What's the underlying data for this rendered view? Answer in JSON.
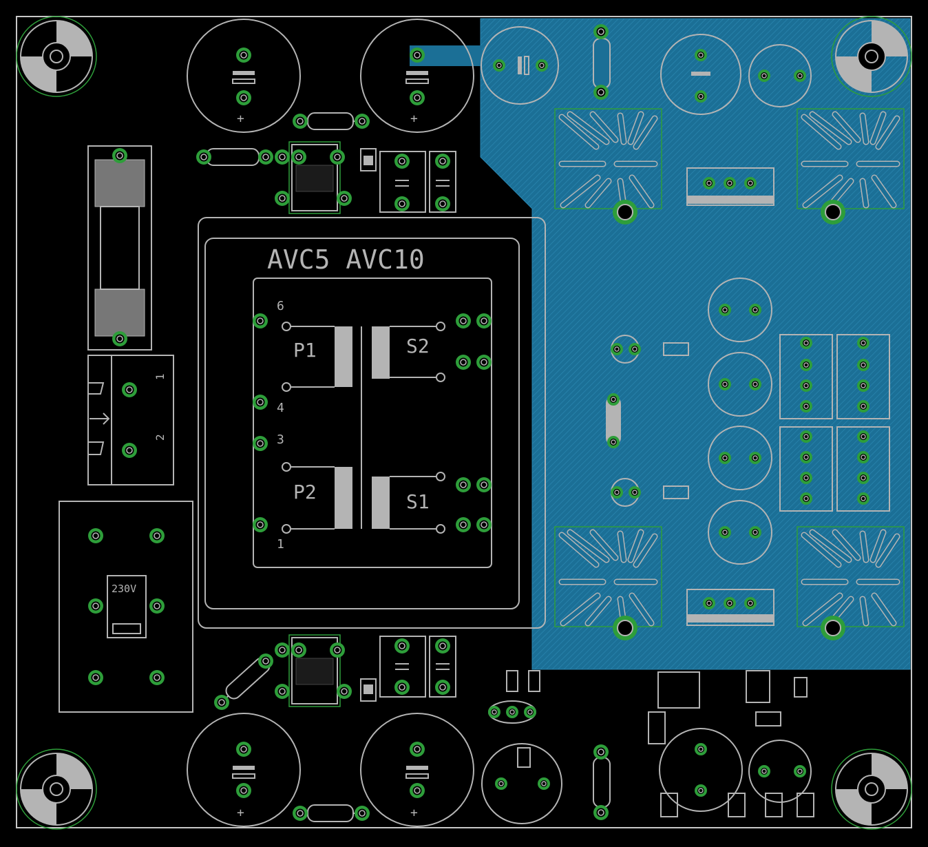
{
  "board": {
    "title_label": "AVC5 AVC10",
    "voltage_label": "230V",
    "winding_labels": [
      "P1",
      "S2",
      "P2",
      "S1"
    ],
    "pin_numbers": [
      "6",
      "4",
      "3",
      "1"
    ],
    "connector_pins": [
      "1",
      "2"
    ],
    "plus_mark": "+",
    "colors": {
      "background": "#000000",
      "silkscreen": "#b4b4b4",
      "pad_ring": "#2e9e3a",
      "copper_fill": "#1b6f96",
      "outline_green": "#2e9e3a",
      "board_edge": "#c8c8c8"
    }
  }
}
